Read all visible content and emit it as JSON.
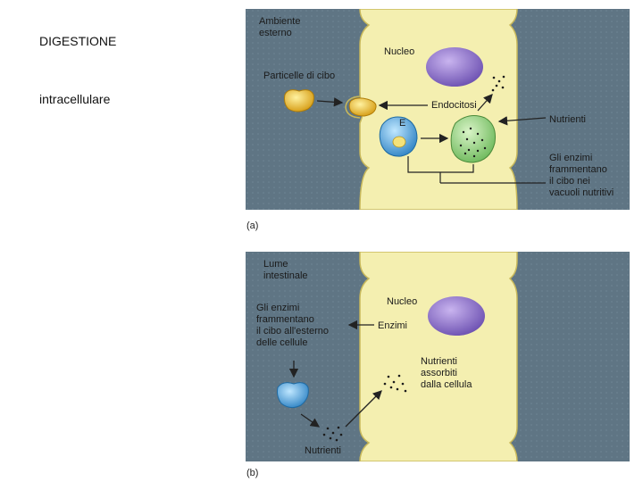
{
  "slide": {
    "title": "DIGESTIONE",
    "subtitle": "intracellulare"
  },
  "panel_a": {
    "caption": "(a)",
    "environment_label": [
      "Ambiente",
      "esterno"
    ],
    "nucleus_label": "Nucleo",
    "food_particles_label": "Particelle di cibo",
    "endocytosis_label": "Endocitosi",
    "vacuole_label": "E",
    "nutrients_label": "Nutrienti",
    "enzymes_note": [
      "Gli enzimi",
      "frammentano",
      "il cibo nei",
      "vacuoli nutritivi"
    ]
  },
  "panel_b": {
    "caption": "(b)",
    "lumen_label": [
      "Lume",
      "intestinale"
    ],
    "nucleus_label": "Nucleo",
    "enzymes_note": [
      "Gli enzimi",
      "frammentano",
      "il cibo all'esterno",
      "delle cellule"
    ],
    "enzymes_label": "Enzimi",
    "absorbed_label": [
      "Nutrienti",
      "assorbiti",
      "dalla cellula"
    ],
    "nutrients_label": "Nutrienti"
  },
  "colors": {
    "panel_bg": "#5f7584",
    "cell_fill": "#f4efb0",
    "nucleus_fill": "#8a6fc4",
    "food_particle": "#e7b62a",
    "vacuole_blue": "#4aa3d9",
    "vacuole_green": "#8fcf7a"
  }
}
